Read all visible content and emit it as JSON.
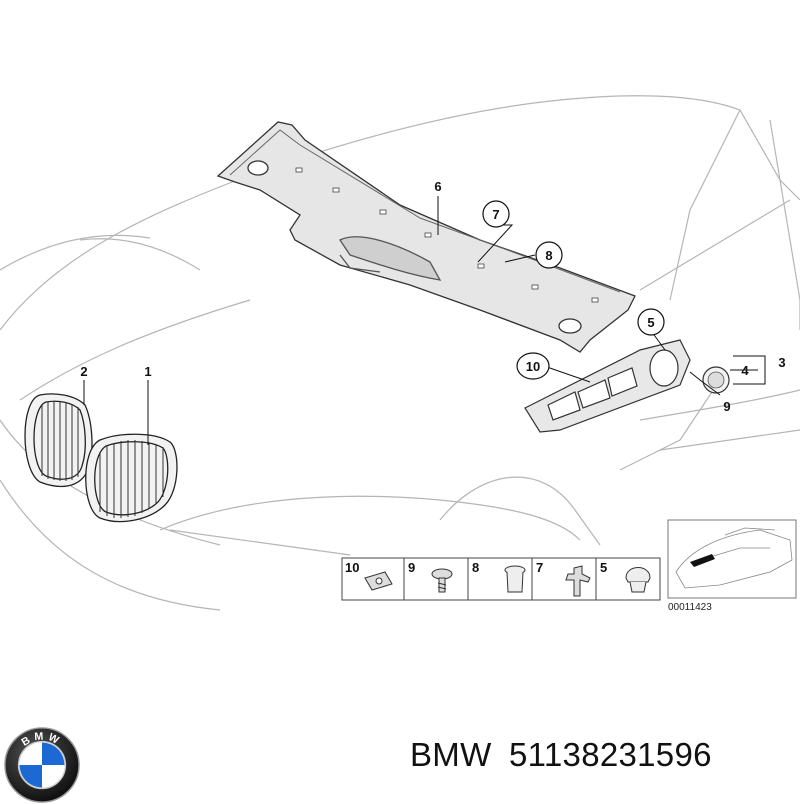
{
  "callouts": {
    "c1": "1",
    "c2": "2",
    "c3": "3",
    "c4": "4",
    "c5": "5",
    "c6": "6",
    "c7": "7",
    "c8": "8",
    "c9": "9",
    "c10": "10"
  },
  "legend": {
    "items": [
      "10",
      "9",
      "8",
      "7",
      "5"
    ]
  },
  "drawing_number": "00011423",
  "footer": {
    "brand": "BMW",
    "part_number": "51138231596"
  },
  "logo": {
    "lettering": "BMW",
    "colors": {
      "blue": "#1c69d4",
      "white": "#ffffff",
      "black": "#111111"
    }
  }
}
